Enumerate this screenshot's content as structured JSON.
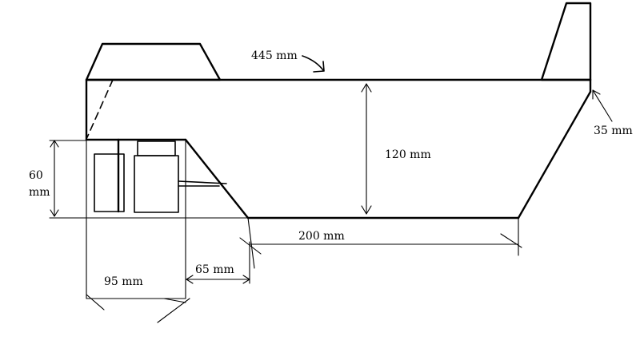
{
  "dimensions": {
    "top_length": "445 mm",
    "height": "120 mm",
    "stern_offset": "35 mm",
    "cabin_height_line1": "60",
    "cabin_height_line2": "mm",
    "bottom_length": "200 mm",
    "cabin_width": "95 mm",
    "slope_width": "65 mm"
  }
}
